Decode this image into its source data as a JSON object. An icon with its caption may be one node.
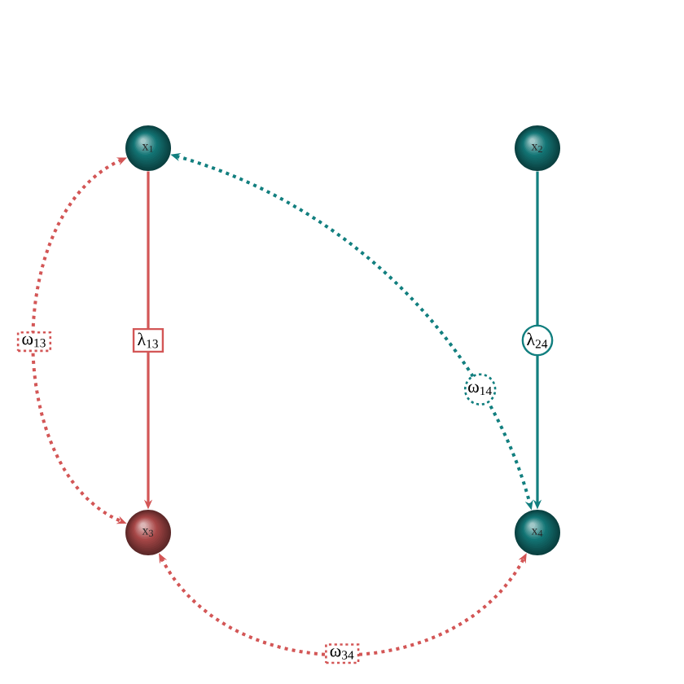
{
  "diagram": {
    "nodes": [
      {
        "text": [
          "x$_{1}$"
        ]
      },
      {
        "text": [
          "x$_{2}$"
        ]
      },
      {
        "text": [
          "x$_{3}$"
        ]
      },
      {
        "text": [
          "x$_{4}$"
        ]
      }
    ],
    "edges": [
      {
        "from": 0,
        "to": 2,
        "arrow": "to",
        "label": "λ$_{13}$"
      },
      {
        "from": 1,
        "to": 3,
        "arrow": "to",
        "label": "λ$_{24}$",
        "color": "#127f7f"
      },
      {
        "from": 0,
        "to": 2,
        "arrow": "both",
        "label": "ω$_{13}$",
        "style": "dashed"
      },
      {
        "from": 0,
        "to": 3,
        "arrow": "both",
        "label": "ω$_{14}$",
        "style": "dashed",
        "color": "#127f7f"
      },
      {
        "from": 2,
        "to": 3,
        "arrow": "both",
        "label": "ω$_{34}$",
        "style": "dashed"
      }
    ]
  }
}
